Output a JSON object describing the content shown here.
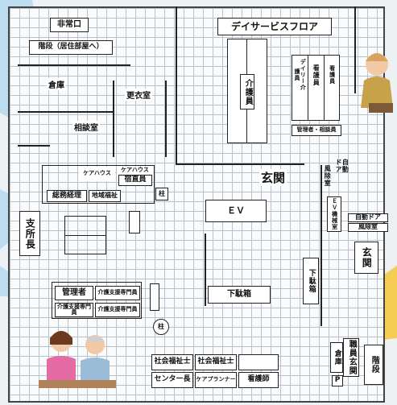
{
  "labels": {
    "emergency_exit": "非常口",
    "stairs_residential": "階段（居住部屋へ）",
    "stairs": "階段",
    "storage": "倉庫",
    "changing_room": "更衣室",
    "consult_room": "相談室",
    "day_service_floor": "デイサービスフロア",
    "caregiver": "介護員",
    "caregiver_small": "デイリー介護員",
    "nurse": "看護員",
    "nurse_small": "看護員",
    "manager_consult": "管理者・相談員",
    "care_house_left": "ケアハウス",
    "care_house_right": "ケアハウス",
    "lodging_staff": "宿直員",
    "general_affairs": "総務経理",
    "regional_welfare": "地域福祉",
    "pillar": "柱",
    "branch_head": "支所長",
    "entrance_main": "玄関",
    "auto_door": "自動ドア",
    "windscreen_room": "風除室",
    "ev_machine_room": "ＥＶ機械室",
    "auto_door_2": "自動ドア",
    "windscreen_room_2": "風除室",
    "entrance_right": "玄関",
    "ev": "ＥＶ",
    "shoe_box_lower": "下駄箱",
    "shoe_box_right": "下駄箱",
    "manager": "管理者",
    "care_support_1": "介護支援専門員",
    "care_support_2": "介護支援専門員",
    "care_support_3": "介護支援専門員",
    "social_worker_1": "社会福祉士",
    "social_worker_2": "社会福祉士",
    "center_head": "センター長",
    "care_planner": "ケアプランナー",
    "nurse_bottom": "看護師",
    "staff_entrance": "職員玄関",
    "storage_bottom": "倉庫",
    "p_mark": "P"
  },
  "colors": {
    "beam_blue": "#9fd0ec",
    "beam_yellow": "#f7cc3a",
    "wall": "#222222"
  }
}
